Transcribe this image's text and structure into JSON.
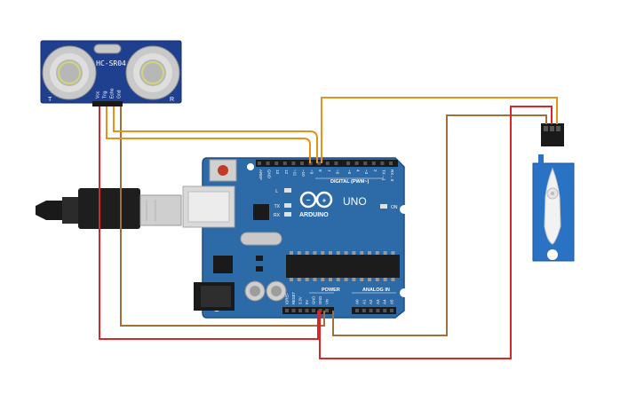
{
  "sensor": {
    "model": "HC-SR04",
    "pins": [
      "Vcc",
      "Trig",
      "Echo",
      "Gnd"
    ],
    "corner_left": "T",
    "corner_right": "R"
  },
  "board": {
    "brand": "ARDUINO",
    "model": "UNO",
    "digital_header_label": "DIGITAL (PWM~)",
    "digital_pins": [
      "AREF",
      "GND",
      "13",
      "12",
      "~11",
      "~10",
      "~9",
      "8",
      "7",
      "~6",
      "~5",
      "4",
      "~3",
      "2",
      "TX→1",
      "RX←0"
    ],
    "power_label": "POWER",
    "power_pins": [
      "IOREF",
      "RESET",
      "3.3V",
      "5V",
      "GND",
      "GND",
      "Vin"
    ],
    "analog_label": "ANALOG IN",
    "analog_pins": [
      "A0",
      "A1",
      "A2",
      "A3",
      "A4",
      "A5"
    ],
    "led_labels": [
      "L",
      "TX",
      "RX"
    ],
    "on_label": "ON"
  },
  "colors": {
    "wire_orange": "#e8901c",
    "wire_brown": "#a0703a",
    "wire_red": "#d62828",
    "board_blue": "#2d6aa8",
    "sensor_blue": "#1f3f8f",
    "servo_blue": "#2a73c4"
  }
}
